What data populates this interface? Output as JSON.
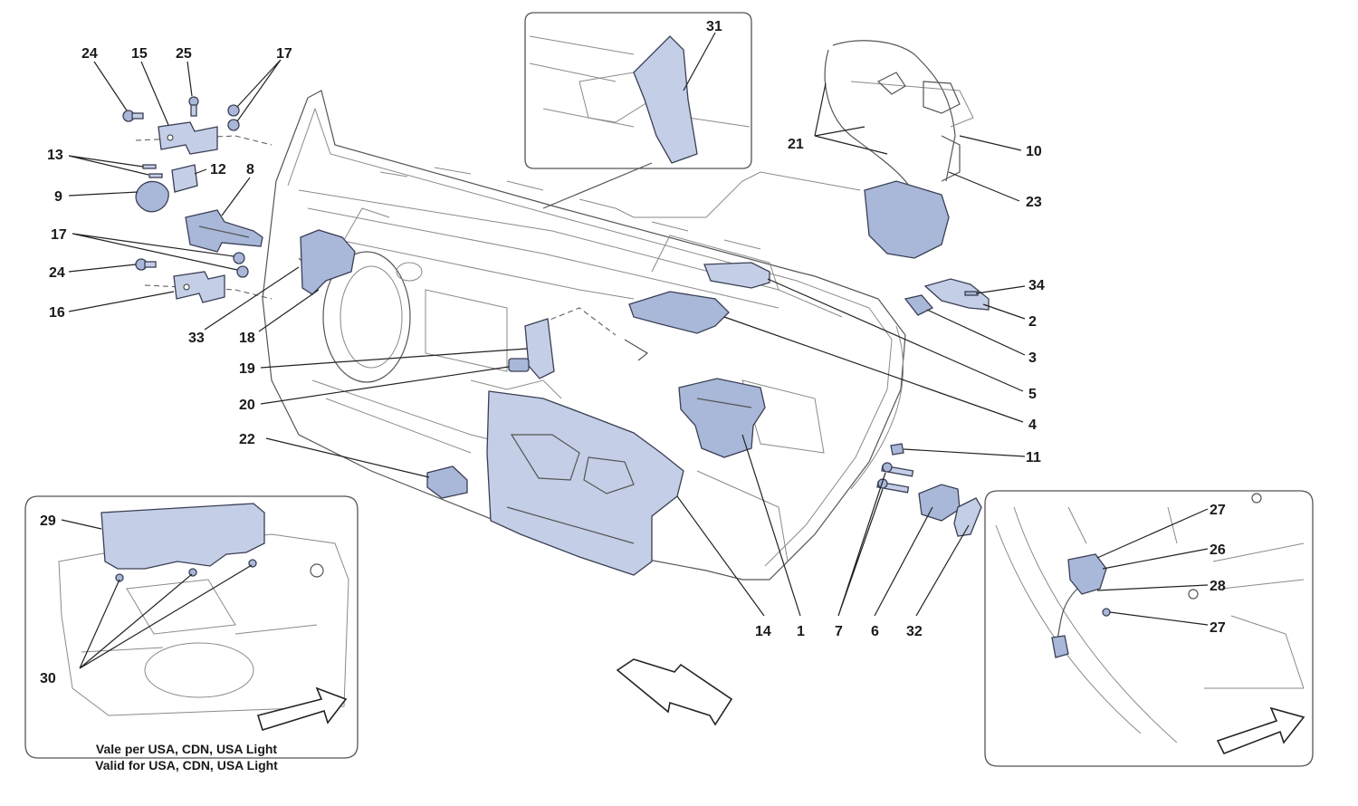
{
  "callouts": [
    {
      "id": "c24a",
      "text": "24"
    },
    {
      "id": "c15",
      "text": "15"
    },
    {
      "id": "c25",
      "text": "25"
    },
    {
      "id": "c17a",
      "text": "17"
    },
    {
      "id": "c13",
      "text": "13"
    },
    {
      "id": "c12",
      "text": "12"
    },
    {
      "id": "c8",
      "text": "8"
    },
    {
      "id": "c9",
      "text": "9"
    },
    {
      "id": "c17b",
      "text": "17"
    },
    {
      "id": "c24b",
      "text": "24"
    },
    {
      "id": "c16",
      "text": "16"
    },
    {
      "id": "c33",
      "text": "33"
    },
    {
      "id": "c18",
      "text": "18"
    },
    {
      "id": "c19",
      "text": "19"
    },
    {
      "id": "c20",
      "text": "20"
    },
    {
      "id": "c22",
      "text": "22"
    },
    {
      "id": "c29",
      "text": "29"
    },
    {
      "id": "c30",
      "text": "30"
    },
    {
      "id": "c31",
      "text": "31"
    },
    {
      "id": "c21",
      "text": "21"
    },
    {
      "id": "c10",
      "text": "10"
    },
    {
      "id": "c23",
      "text": "23"
    },
    {
      "id": "c34",
      "text": "34"
    },
    {
      "id": "c2",
      "text": "2"
    },
    {
      "id": "c3",
      "text": "3"
    },
    {
      "id": "c5",
      "text": "5"
    },
    {
      "id": "c4",
      "text": "4"
    },
    {
      "id": "c11",
      "text": "11"
    },
    {
      "id": "c14",
      "text": "14"
    },
    {
      "id": "c1",
      "text": "1"
    },
    {
      "id": "c7",
      "text": "7"
    },
    {
      "id": "c6",
      "text": "6"
    },
    {
      "id": "c32",
      "text": "32"
    },
    {
      "id": "c27a",
      "text": "27"
    },
    {
      "id": "c26",
      "text": "26"
    },
    {
      "id": "c28",
      "text": "28"
    },
    {
      "id": "c27b",
      "text": "27"
    }
  ],
  "inset_caption": {
    "line1": "Vale per USA, CDN, USA Light",
    "line2": "Valid for USA, CDN, USA Light"
  }
}
